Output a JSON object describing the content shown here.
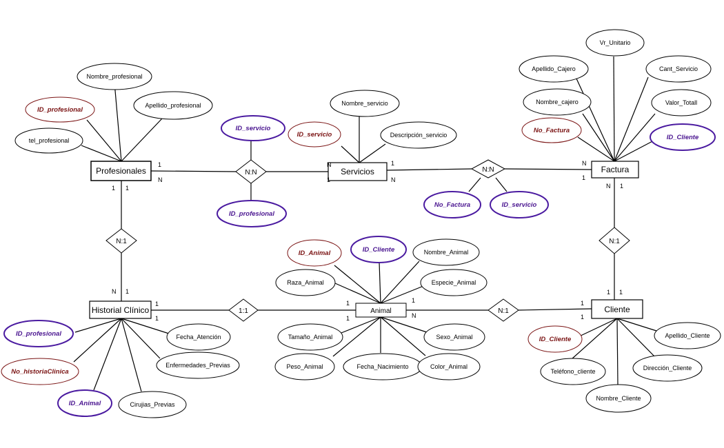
{
  "colors": {
    "pk": "#7a1313",
    "fk": "#4a1590",
    "fk_border": "#4a1aa0",
    "line": "#000000"
  },
  "entities": {
    "profesionales": "Profesionales",
    "servicios": "Servicios",
    "factura": "Factura",
    "historial": "Historial Clínico",
    "animal": "Animal",
    "cliente": "Cliente"
  },
  "relationships": {
    "prof_serv": "N:N",
    "serv_fact": "N:N",
    "prof_hist": "N:1",
    "fact_cli": "N:1",
    "hist_animal": "1:1",
    "animal_cli": "N:1"
  },
  "attributes": {
    "nombre_profesional": "Nombre_profesional",
    "apellido_profesional": "Apellido_profesional",
    "id_profesional_pk": "ID_profesional",
    "tel_profesional": "tel_profesional",
    "rel1_id_servicio": "ID_servicio",
    "rel1_id_profesional": "ID_profesional",
    "nombre_servicio": "Nombre_servicio",
    "id_servicio_pk": "ID_servicio",
    "descripcion_servicio": "Descripción_servicio",
    "rel2_no_factura": "No_Factura",
    "rel2_id_servicio": "ID_servicio",
    "vr_unitario": "Vr_Unitario",
    "apellido_cajero": "Apellido_Cajero",
    "cant_servicio": "Cant_Servicio",
    "nombre_cajero": "Nombre_cajero",
    "valor_total": "Valor_Totall",
    "no_factura_pk": "No_Factura",
    "factura_id_cliente": "ID_Cliente",
    "animal_id_pk": "ID_Animal",
    "animal_id_cliente": "ID_Cliente",
    "nombre_animal": "Nombre_Animal",
    "raza_animal": "Raza_Animal",
    "especie_animal": "Especie_Animal",
    "tamano_animal": "Tamaño_Animal",
    "sexo_animal": "Sexo_Animal",
    "peso_animal": "Peso_Animal",
    "fecha_nacimiento": "Fecha_Nacimiento",
    "color_animal": "Color_Animal",
    "hist_id_profesional": "ID_profesional",
    "fecha_atencion": "Fecha_Atención",
    "no_historia_clinica": "No_historiaClinica",
    "enfermedades_previas": "Enfermedades_Previas",
    "hist_id_animal": "ID_Animal",
    "cirujias_previas": "Cirujias_Previas",
    "id_cliente_pk": "ID_Cliente",
    "apellido_cliente": "Apellido_Cliente",
    "telefono_cliente": "Teléfono_cliente",
    "direccion_cliente": "Dirección_Cliente",
    "nombre_cliente": "Nombre_Cliente"
  },
  "cardinalities": {
    "prof_right_top": "1",
    "prof_right_bottom": "N",
    "serv_left_top": "N",
    "serv_left_bottom": "1",
    "serv_right_top": "1",
    "serv_right_bottom": "N",
    "fact_left_top": "N",
    "fact_left_bottom": "1",
    "prof_down_left": "1",
    "prof_down_right": "1",
    "hist_up_left": "N",
    "hist_up_right": "1",
    "fact_down_left": "N",
    "fact_down_right": "1",
    "cli_up_left": "1",
    "cli_up_right": "1",
    "hist_right_top": "1",
    "hist_right_bottom": "1",
    "animal_left_top": "1",
    "animal_left_bottom": "1",
    "animal_right_top": "1",
    "animal_right_bottom": "N",
    "cli_left_top": "1",
    "cli_left_bottom": "1"
  }
}
